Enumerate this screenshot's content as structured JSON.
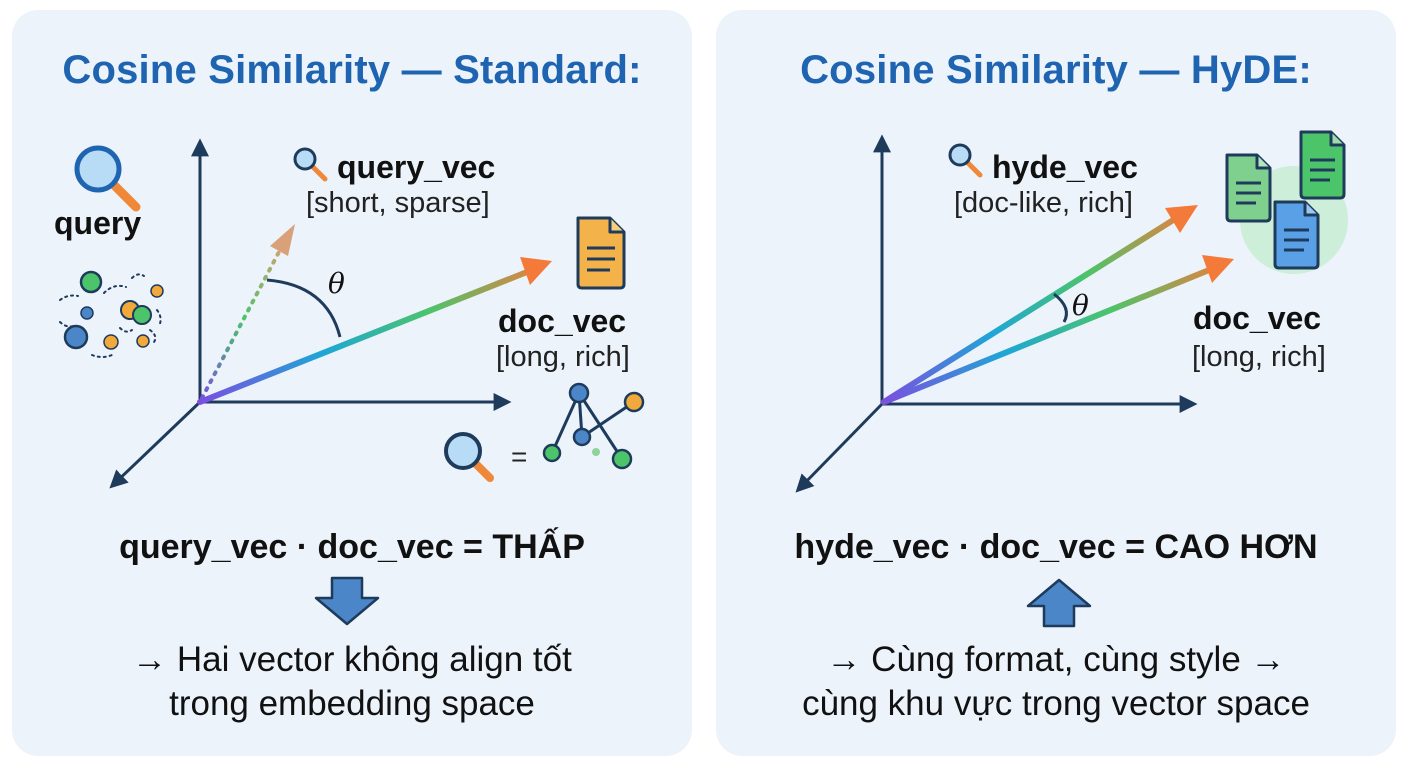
{
  "left_panel": {
    "title": "Cosine Similarity — Standard:",
    "query_label": "query",
    "vector_name": "query_vec",
    "vector_desc": "[short, sparse]",
    "doc_name": "doc_vec",
    "doc_desc": "[long, rich]",
    "angle_symbol": "θ",
    "equals_symbol": "=",
    "formula": "query_vec · doc_vec = THẤP",
    "note_line1": "→ Hai vector không align tốt",
    "note_line2": "trong embedding space",
    "formula_arrow": "down"
  },
  "right_panel": {
    "title": "Cosine Similarity — HyDE:",
    "vector_name": "hyde_vec",
    "vector_desc": "[doc-like, rich]",
    "doc_name": "doc_vec",
    "doc_desc": "[long, rich]",
    "angle_symbol": "θ",
    "formula": "hyde_vec · doc_vec = CAO HƠN",
    "note_line1": "→ Cùng format, cùng style →",
    "note_line2": "cùng khu vực trong vector space",
    "formula_arrow": "up"
  },
  "colors": {
    "panel_bg": "#ecf3fb",
    "title": "#1f64b0",
    "axis": "#1f3b5c",
    "gradient": [
      "#7b4fe0",
      "#1ea7d6",
      "#4cc46a",
      "#f2a93b",
      "#f47a3a"
    ],
    "arrow_blue": "#4a86c8"
  }
}
